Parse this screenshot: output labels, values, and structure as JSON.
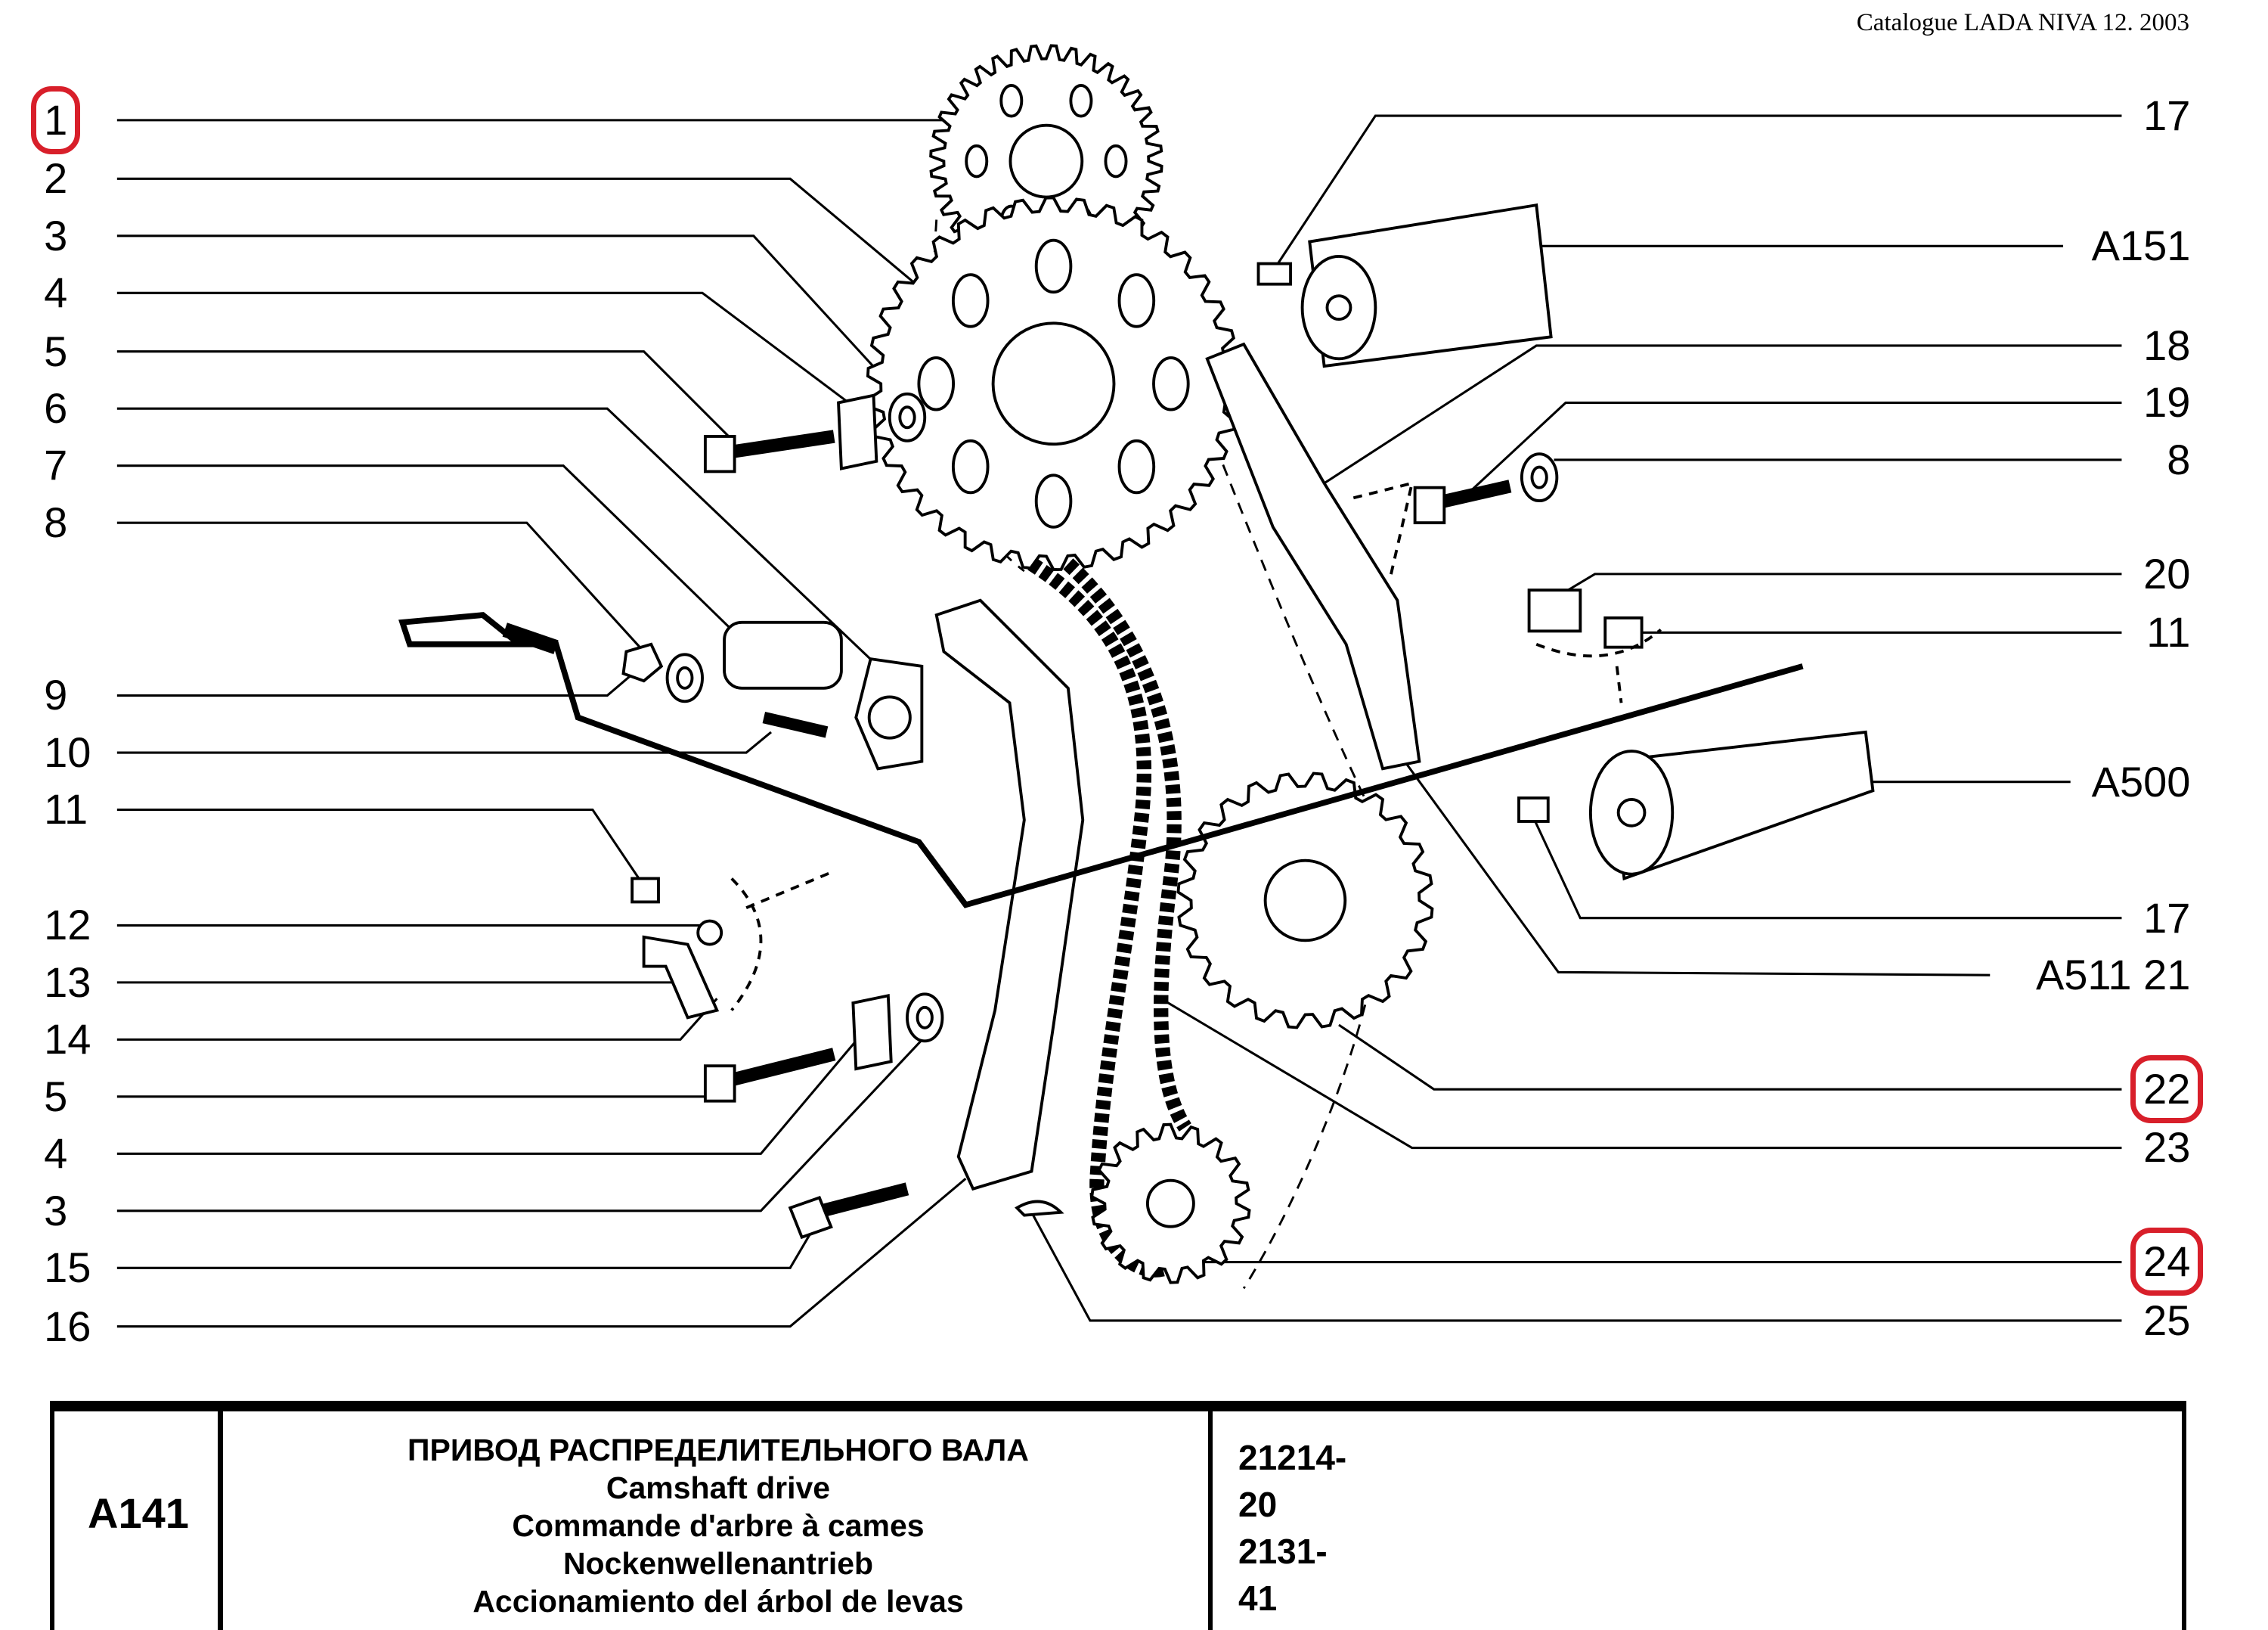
{
  "header": {
    "catalogue": "Catalogue LADA NIVA 12. 2003"
  },
  "callouts_left": [
    "1",
    "2",
    "3",
    "4",
    "5",
    "6",
    "7",
    "8",
    "9",
    "10",
    "11",
    "12",
    "13",
    "14",
    "5",
    "4",
    "3",
    "15",
    "16"
  ],
  "callouts_right": [
    "17",
    "A151",
    "18",
    "19",
    "8",
    "20",
    "11",
    "A500",
    "17",
    "A511  21",
    "22",
    "23",
    "24",
    "25"
  ],
  "highlighted": [
    "1",
    "22",
    "24"
  ],
  "highlight_color": "#d81f2a",
  "footer": {
    "code": "A141",
    "titles": [
      "ПРИВОД РАСПРЕДЕЛИТЕЛЬНОГО ВАЛА",
      "Camshaft drive",
      "Commande d'arbre à cames",
      "Nockenwellenantrieb",
      "Accionamiento del árbol de levas"
    ],
    "models": [
      "21214-20",
      "2131-41"
    ]
  }
}
